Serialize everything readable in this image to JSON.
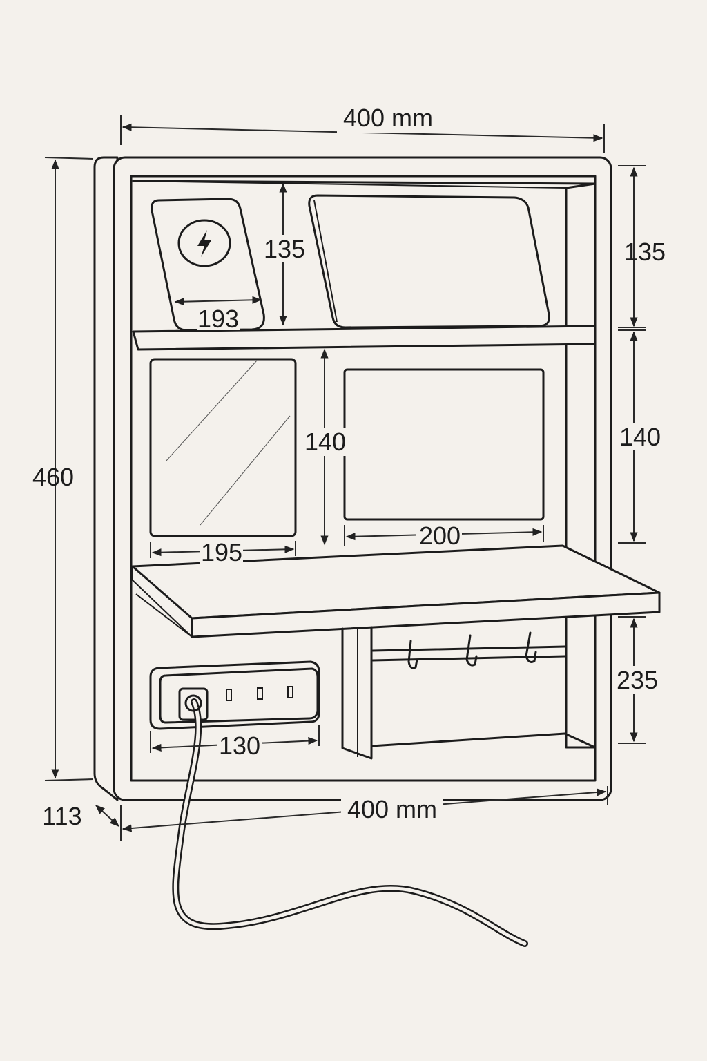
{
  "title": "Wall organizer dimension drawing",
  "dimensions": {
    "overall_width_top": "400 mm",
    "overall_height": "460",
    "top_compartment_height_right": "135",
    "middle_compartment_height_right": "140",
    "bottom_compartment_height_right": "235",
    "top_compartment_height_inner": "135",
    "charger_width": "193",
    "middle_compartment_height_inner": "140",
    "mirror_width": "195",
    "frame_width": "200",
    "power_strip_width": "130",
    "overall_width_bottom": "400 mm",
    "depth": "113"
  }
}
